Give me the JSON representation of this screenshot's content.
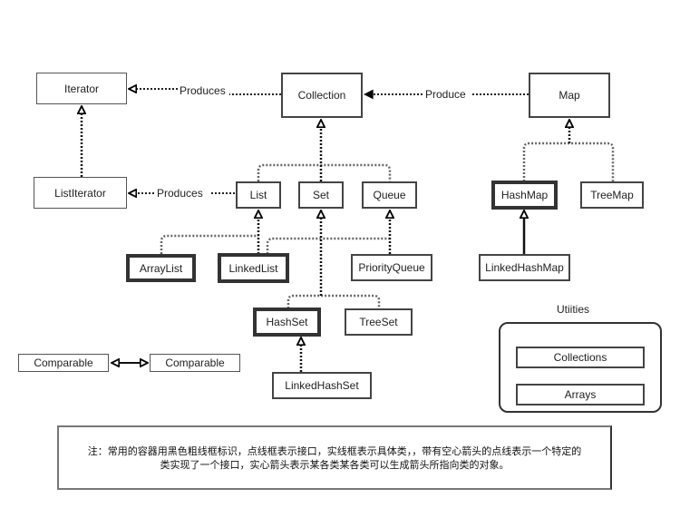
{
  "nodes": {
    "iterator": "Iterator",
    "list_iterator": "ListIterator",
    "collection": "Collection",
    "map": "Map",
    "list": "List",
    "set": "Set",
    "queue": "Queue",
    "hash_map": "HashMap",
    "tree_map": "TreeMap",
    "array_list": "ArrayList",
    "linked_list": "LinkedList",
    "priority_queue": "PriorityQueue",
    "linked_hash_map": "LinkedHashMap",
    "hash_set": "HashSet",
    "tree_set": "TreeSet",
    "linked_hash_set": "LinkedHashSet",
    "comparable_left": "Comparable",
    "comparable_right": "Comparable"
  },
  "edge_labels": {
    "collection_produces_iterator": "Produces",
    "list_produces_listiterator": "Produces",
    "map_produce_collection": "Produce"
  },
  "utilities": {
    "title": "Utiities",
    "items": [
      "Collections",
      "Arrays"
    ]
  },
  "note": {
    "line1": "注：常用的容器用黑色粗线框标识，点线框表示接口，实线框表示具体类，，带有空心箭头的点线表示一个特定的",
    "line2": "类实现了一个接口，实心箭头表示某各类某各类可以生成箭头所指向类的对象。"
  }
}
